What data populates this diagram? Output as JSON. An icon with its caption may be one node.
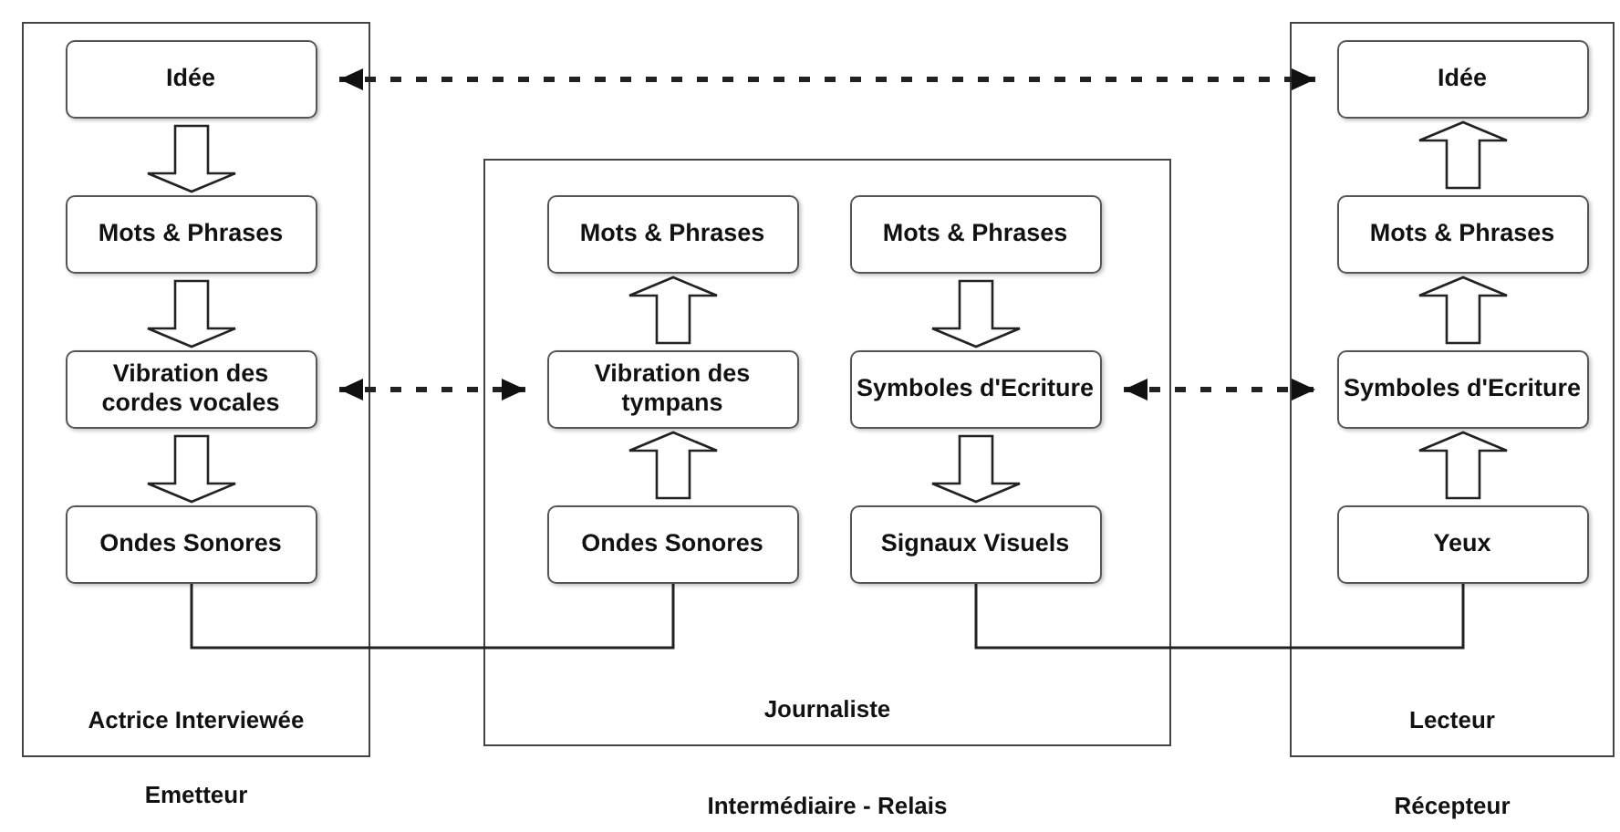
{
  "diagram": {
    "nodes": [
      {
        "text": [
          "Actrice Interviewée"
        ],
        "beside": [
          "Emetteur"
        ]
      },
      {
        "text": [
          "Idée"
        ],
        "in": 0
      },
      {
        "text": [
          "Mots & Phrases"
        ],
        "in": 0
      },
      {
        "text": [
          "Vibration des cordes vocales"
        ],
        "in": 0
      },
      {
        "text": [
          "Ondes Sonores"
        ],
        "in": 0
      },
      {
        "text": [
          "Journaliste"
        ],
        "beside": [
          "Intermédiaire - Relais"
        ]
      },
      {
        "text": [
          "Mots & Phrases"
        ],
        "in": 5
      },
      {
        "text": [
          "Mots & Phrases"
        ],
        "in": 5
      },
      {
        "text": [
          "Vibration des tympans"
        ],
        "in": 5
      },
      {
        "text": [
          "Symboles d'Ecriture"
        ],
        "in": 5
      },
      {
        "text": [
          "Ondes Sonores"
        ],
        "in": 5
      },
      {
        "text": [
          "Signaux Visuels"
        ],
        "in": 5
      },
      {
        "text": [
          "Lecteur"
        ],
        "beside": [
          "Récepteur"
        ]
      },
      {
        "text": [
          "Idée"
        ],
        "in": 12
      },
      {
        "text": [
          "Mots & Phrases"
        ],
        "in": 12
      },
      {
        "text": [
          "Symboles d'Ecriture"
        ],
        "in": 12
      },
      {
        "text": [
          "Yeux"
        ],
        "in": 12
      }
    ],
    "edges": [
      {
        "from": 1,
        "to": 2,
        "arrow": "to"
      },
      {
        "from": 2,
        "to": 3,
        "arrow": "to"
      },
      {
        "from": 3,
        "to": 4,
        "arrow": "to"
      },
      {
        "from": 1,
        "to": 13,
        "arrow": "both",
        "style": "dashed"
      },
      {
        "from": 3,
        "to": 8,
        "arrow": "both",
        "style": "dashed"
      },
      {
        "from": 4,
        "to": 10,
        "arrow": "none"
      },
      {
        "from": 10,
        "to": 8,
        "arrow": "to"
      },
      {
        "from": 8,
        "to": 6,
        "arrow": "to"
      },
      {
        "from": 7,
        "to": 9,
        "arrow": "to"
      },
      {
        "from": 9,
        "to": 11,
        "arrow": "to"
      },
      {
        "from": 9,
        "to": 15,
        "arrow": "both",
        "style": "dashed"
      },
      {
        "from": 11,
        "to": 16,
        "arrow": "none"
      },
      {
        "from": 16,
        "to": 15,
        "arrow": "to"
      },
      {
        "from": 15,
        "to": 14,
        "arrow": "to"
      },
      {
        "from": 14,
        "to": 13,
        "arrow": "to"
      }
    ]
  }
}
